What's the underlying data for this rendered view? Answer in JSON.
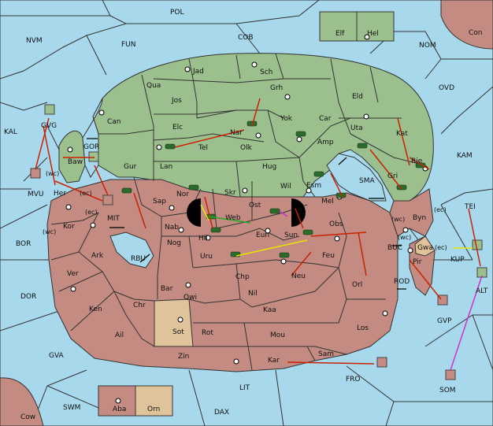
{
  "colors": {
    "sea": "#a7d8ec",
    "green_power": "#9cbf8e",
    "red_power": "#c38b82",
    "neutral": "#dfc39a",
    "move_arrow": "#cc2200",
    "support_line": "#e8e800",
    "convoy_line": "#cc33cc",
    "hold_line": "#22aa22"
  },
  "sea_labels": [
    {
      "key": "pol",
      "text": "POL"
    },
    {
      "key": "cob",
      "text": "COB"
    },
    {
      "key": "fun",
      "text": "FUN"
    },
    {
      "key": "nvm",
      "text": "NVM"
    },
    {
      "key": "nom",
      "text": "NOM"
    },
    {
      "key": "ovd",
      "text": "OVD"
    },
    {
      "key": "kal",
      "text": "KAL"
    },
    {
      "key": "kam",
      "text": "KAM"
    },
    {
      "key": "gor",
      "text": "GOR"
    },
    {
      "key": "mit",
      "text": "MIT"
    },
    {
      "key": "bor",
      "text": "BOR"
    },
    {
      "key": "dor",
      "text": "DOR"
    },
    {
      "key": "rbu",
      "text": "RBU"
    },
    {
      "key": "gva",
      "text": "GVA"
    },
    {
      "key": "swm",
      "text": "SWM"
    },
    {
      "key": "lit",
      "text": "LIT"
    },
    {
      "key": "dax",
      "text": "DAX"
    },
    {
      "key": "fro",
      "text": "FRO"
    },
    {
      "key": "sma",
      "text": "SMA"
    },
    {
      "key": "buc",
      "text": "BUC"
    },
    {
      "key": "rod",
      "text": "ROD"
    },
    {
      "key": "tei",
      "text": "TEI"
    },
    {
      "key": "alt",
      "text": "ALT"
    },
    {
      "key": "gvp",
      "text": "GVP"
    },
    {
      "key": "som",
      "text": "SOM"
    },
    {
      "key": "kup",
      "text": "KUP"
    },
    {
      "key": "mvu",
      "text": "MVU"
    },
    {
      "key": "gvg",
      "text": "GVG"
    }
  ],
  "land_labels": [
    {
      "key": "elf",
      "text": "Elf"
    },
    {
      "key": "hel",
      "text": "Hel"
    },
    {
      "key": "con",
      "text": "Con"
    },
    {
      "key": "cow",
      "text": "Cow"
    },
    {
      "key": "jad",
      "text": "Jad"
    },
    {
      "key": "sch",
      "text": "Sch"
    },
    {
      "key": "qua",
      "text": "Qua"
    },
    {
      "key": "jos",
      "text": "Jos"
    },
    {
      "key": "grh",
      "text": "Grh"
    },
    {
      "key": "eld",
      "text": "Eld"
    },
    {
      "key": "can",
      "text": "Can"
    },
    {
      "key": "elc",
      "text": "Elc"
    },
    {
      "key": "nar",
      "text": "Nar"
    },
    {
      "key": "yok",
      "text": "Yok"
    },
    {
      "key": "car",
      "text": "Car"
    },
    {
      "key": "uta",
      "text": "Uta"
    },
    {
      "key": "kat",
      "text": "Kat"
    },
    {
      "key": "tel",
      "text": "Tel"
    },
    {
      "key": "olk",
      "text": "Olk"
    },
    {
      "key": "amp",
      "text": "Amp"
    },
    {
      "key": "gur",
      "text": "Gur"
    },
    {
      "key": "lan",
      "text": "Lan"
    },
    {
      "key": "hug",
      "text": "Hug"
    },
    {
      "key": "rie",
      "text": "Rie"
    },
    {
      "key": "gri",
      "text": "Gri"
    },
    {
      "key": "baw",
      "text": "Baw"
    },
    {
      "key": "her",
      "text": "Her"
    },
    {
      "key": "nor",
      "text": "Nor"
    },
    {
      "key": "skr",
      "text": "Skr"
    },
    {
      "key": "wil",
      "text": "Wil"
    },
    {
      "key": "esm",
      "text": "Esm"
    },
    {
      "key": "mel",
      "text": "Mel"
    },
    {
      "key": "sap",
      "text": "Sap"
    },
    {
      "key": "ost",
      "text": "Ost"
    },
    {
      "key": "web",
      "text": "Web"
    },
    {
      "key": "kor",
      "text": "Kor"
    },
    {
      "key": "nab",
      "text": "Nab"
    },
    {
      "key": "hil",
      "text": "Hil"
    },
    {
      "key": "eun",
      "text": "Eun"
    },
    {
      "key": "sun",
      "text": "Sun"
    },
    {
      "key": "obs",
      "text": "Obs"
    },
    {
      "key": "byn",
      "text": "Byn"
    },
    {
      "key": "nog",
      "text": "Nog"
    },
    {
      "key": "ark",
      "text": "Ark"
    },
    {
      "key": "uru",
      "text": "Uru"
    },
    {
      "key": "feu",
      "text": "Feu"
    },
    {
      "key": "gwa",
      "text": "Gwa"
    },
    {
      "key": "pir",
      "text": "Pir"
    },
    {
      "key": "ver",
      "text": "Ver"
    },
    {
      "key": "chp",
      "text": "Chp"
    },
    {
      "key": "neu",
      "text": "Neu"
    },
    {
      "key": "orl",
      "text": "Orl"
    },
    {
      "key": "bar",
      "text": "Bar"
    },
    {
      "key": "qwi",
      "text": "Qwi"
    },
    {
      "key": "nil",
      "text": "Nil"
    },
    {
      "key": "ken",
      "text": "Ken"
    },
    {
      "key": "chr",
      "text": "Chr"
    },
    {
      "key": "kaa",
      "text": "Kaa"
    },
    {
      "key": "los",
      "text": "Los"
    },
    {
      "key": "ail",
      "text": "Ail"
    },
    {
      "key": "sot",
      "text": "Sot"
    },
    {
      "key": "rot",
      "text": "Rot"
    },
    {
      "key": "mou",
      "text": "Mou"
    },
    {
      "key": "zin",
      "text": "Zin"
    },
    {
      "key": "kar",
      "text": "Kar"
    },
    {
      "key": "sam",
      "text": "Sam"
    },
    {
      "key": "aba",
      "text": "Aba"
    },
    {
      "key": "orn",
      "text": "Orn"
    }
  ],
  "coast_labels": [
    {
      "key": "wc1",
      "text": "(wc)"
    },
    {
      "key": "ec1",
      "text": "(ec)"
    },
    {
      "key": "ec2",
      "text": "(ec)"
    },
    {
      "key": "wc2",
      "text": "(wc)"
    },
    {
      "key": "wc3",
      "text": "(wc)"
    },
    {
      "key": "ec3",
      "text": "(ec)"
    },
    {
      "key": "wc4",
      "text": "(wc)"
    },
    {
      "key": "ec4",
      "text": "(ec)"
    }
  ]
}
